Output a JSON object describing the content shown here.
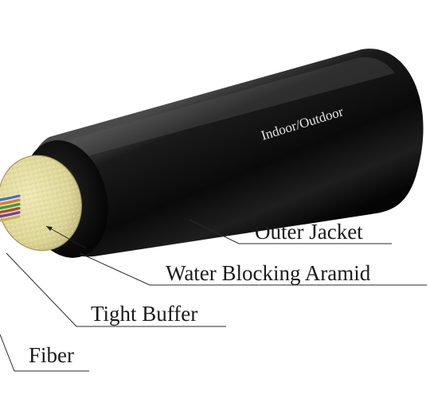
{
  "cable": {
    "jacket_print": "Indoor/Outdoor",
    "jacket_color": "#0c0c0c",
    "aramid_color": "#e3dc9c",
    "fiber_colors": [
      "#3b6fd6",
      "#e07a2a",
      "#2f9e4a",
      "#b8451f",
      "#6a3fb0",
      "#c8b24a"
    ]
  },
  "labels": {
    "outer_jacket": "Outer Jacket",
    "water_blocking_aramid": "Water Blocking Aramid",
    "tight_buffer": "Tight Buffer",
    "fiber": "Fiber"
  }
}
